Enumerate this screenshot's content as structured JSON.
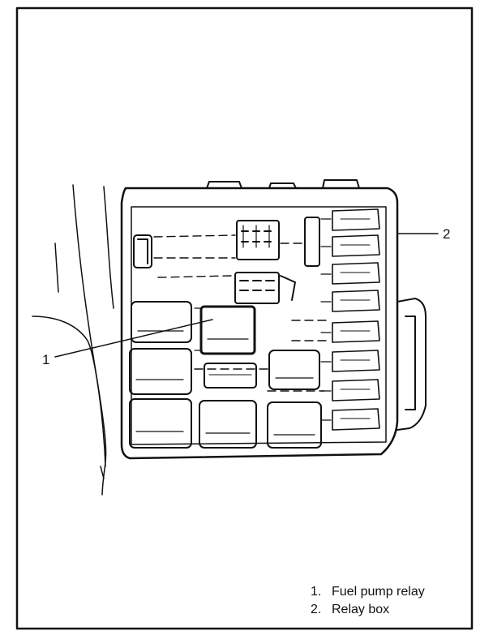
{
  "callouts": [
    {
      "number": "1",
      "label": "Fuel pump relay"
    },
    {
      "number": "2",
      "label": "Relay box"
    }
  ],
  "legend": [
    {
      "number": "1.",
      "label": "Fuel pump relay"
    },
    {
      "number": "2.",
      "label": "Relay box"
    }
  ],
  "colors": {
    "ink": "#111111",
    "paper": "#ffffff"
  }
}
